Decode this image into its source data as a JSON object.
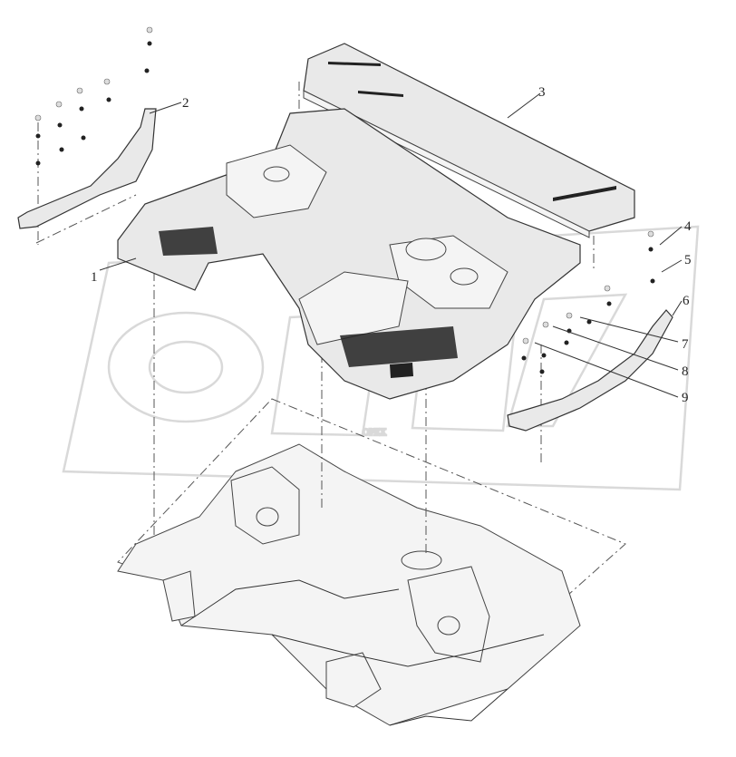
{
  "diagram": {
    "watermark_text": "OPEX",
    "callouts": [
      {
        "id": "callout-1",
        "label": "1"
      },
      {
        "id": "callout-2",
        "label": "2"
      },
      {
        "id": "callout-3",
        "label": "3"
      },
      {
        "id": "callout-4",
        "label": "4"
      },
      {
        "id": "callout-5",
        "label": "5"
      },
      {
        "id": "callout-6",
        "label": "6"
      },
      {
        "id": "callout-7",
        "label": "7"
      },
      {
        "id": "callout-8",
        "label": "8"
      },
      {
        "id": "callout-9",
        "label": "9"
      }
    ],
    "parts": [
      {
        "name": "floor-covering-front",
        "callout": "1"
      },
      {
        "name": "side-trim-left",
        "callout": "2"
      },
      {
        "name": "rear-floor-mat",
        "callout": "3"
      },
      {
        "name": "side-trim-right",
        "callout": "6"
      }
    ],
    "colors": {
      "line": "#333333",
      "fill": "#e9e9e9",
      "watermark": "#d9d9d9"
    }
  }
}
